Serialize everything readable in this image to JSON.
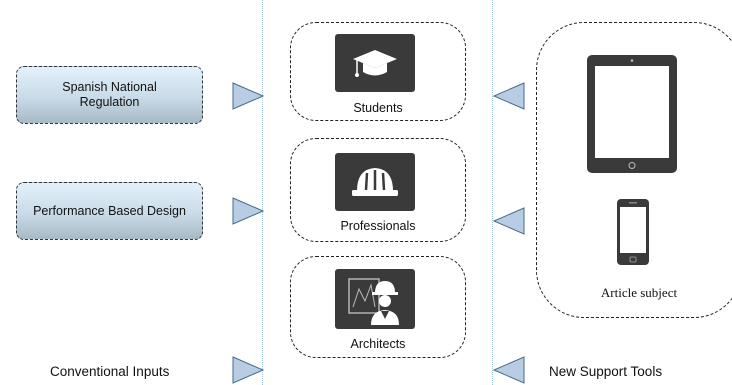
{
  "inputs": {
    "spanish_regulation": "Spanish National Regulation",
    "performance_design": "Performance Based Design"
  },
  "groups": {
    "students": "Students",
    "professionals": "Professionals",
    "architects": "Architects"
  },
  "devices": {
    "subject_label": "Article subject"
  },
  "footer": {
    "left": "Conventional Inputs",
    "right": "New Support Tools"
  },
  "colors": {
    "arrow_fill": "#b6cde3",
    "arrow_stroke": "#4a6a8a",
    "tile": "#3a3a3a",
    "divider": "#9fc4e6"
  },
  "icons": [
    "graduation-cap-icon",
    "hard-hat-icon",
    "architect-icon",
    "tablet-icon",
    "smartphone-icon"
  ]
}
